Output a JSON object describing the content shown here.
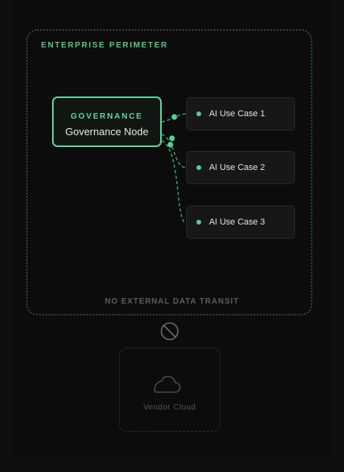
{
  "perimeter": {
    "title": "ENTERPRISE PERIMETER",
    "footer": "NO EXTERNAL DATA TRANSIT"
  },
  "governance": {
    "kicker": "GOVERNANCE",
    "label": "Governance Node"
  },
  "use_cases": [
    {
      "label": "AI Use Case 1"
    },
    {
      "label": "AI Use Case 2"
    },
    {
      "label": "AI Use Case 3"
    }
  ],
  "blocked_icon": "no-entry-icon",
  "vendor": {
    "label": "Vendor Cloud",
    "icon": "cloud-icon"
  },
  "colors": {
    "accent": "#5dd89b",
    "muted": "#555555",
    "background": "#0c0c0c"
  }
}
